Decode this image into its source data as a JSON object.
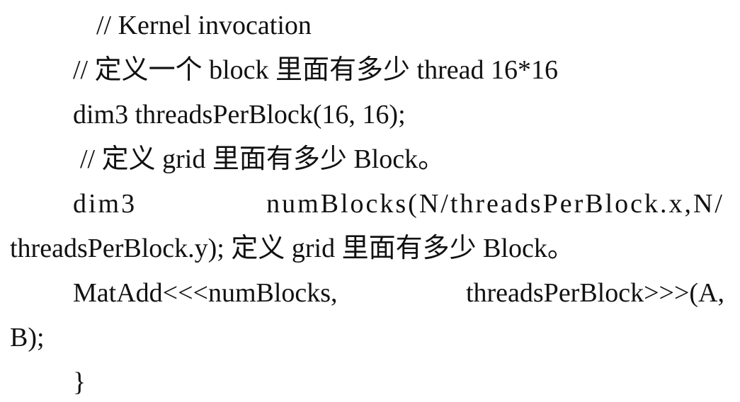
{
  "code_lines": [
    "// Kernel invocation",
    "// 定义一个 block 里面有多少 thread 16*16",
    "dim3 threadsPerBlock(16, 16);",
    "// 定义 grid 里面有多少 Block。",
    "dim3 numBlocks(N/threadsPerBlock.x,N/",
    "threadsPerBlock.y); 定义 grid 里面有多少 Block。",
    "MatAdd<<<numBlocks, threadsPerBlock>>>(A,",
    "B);",
    "}"
  ]
}
